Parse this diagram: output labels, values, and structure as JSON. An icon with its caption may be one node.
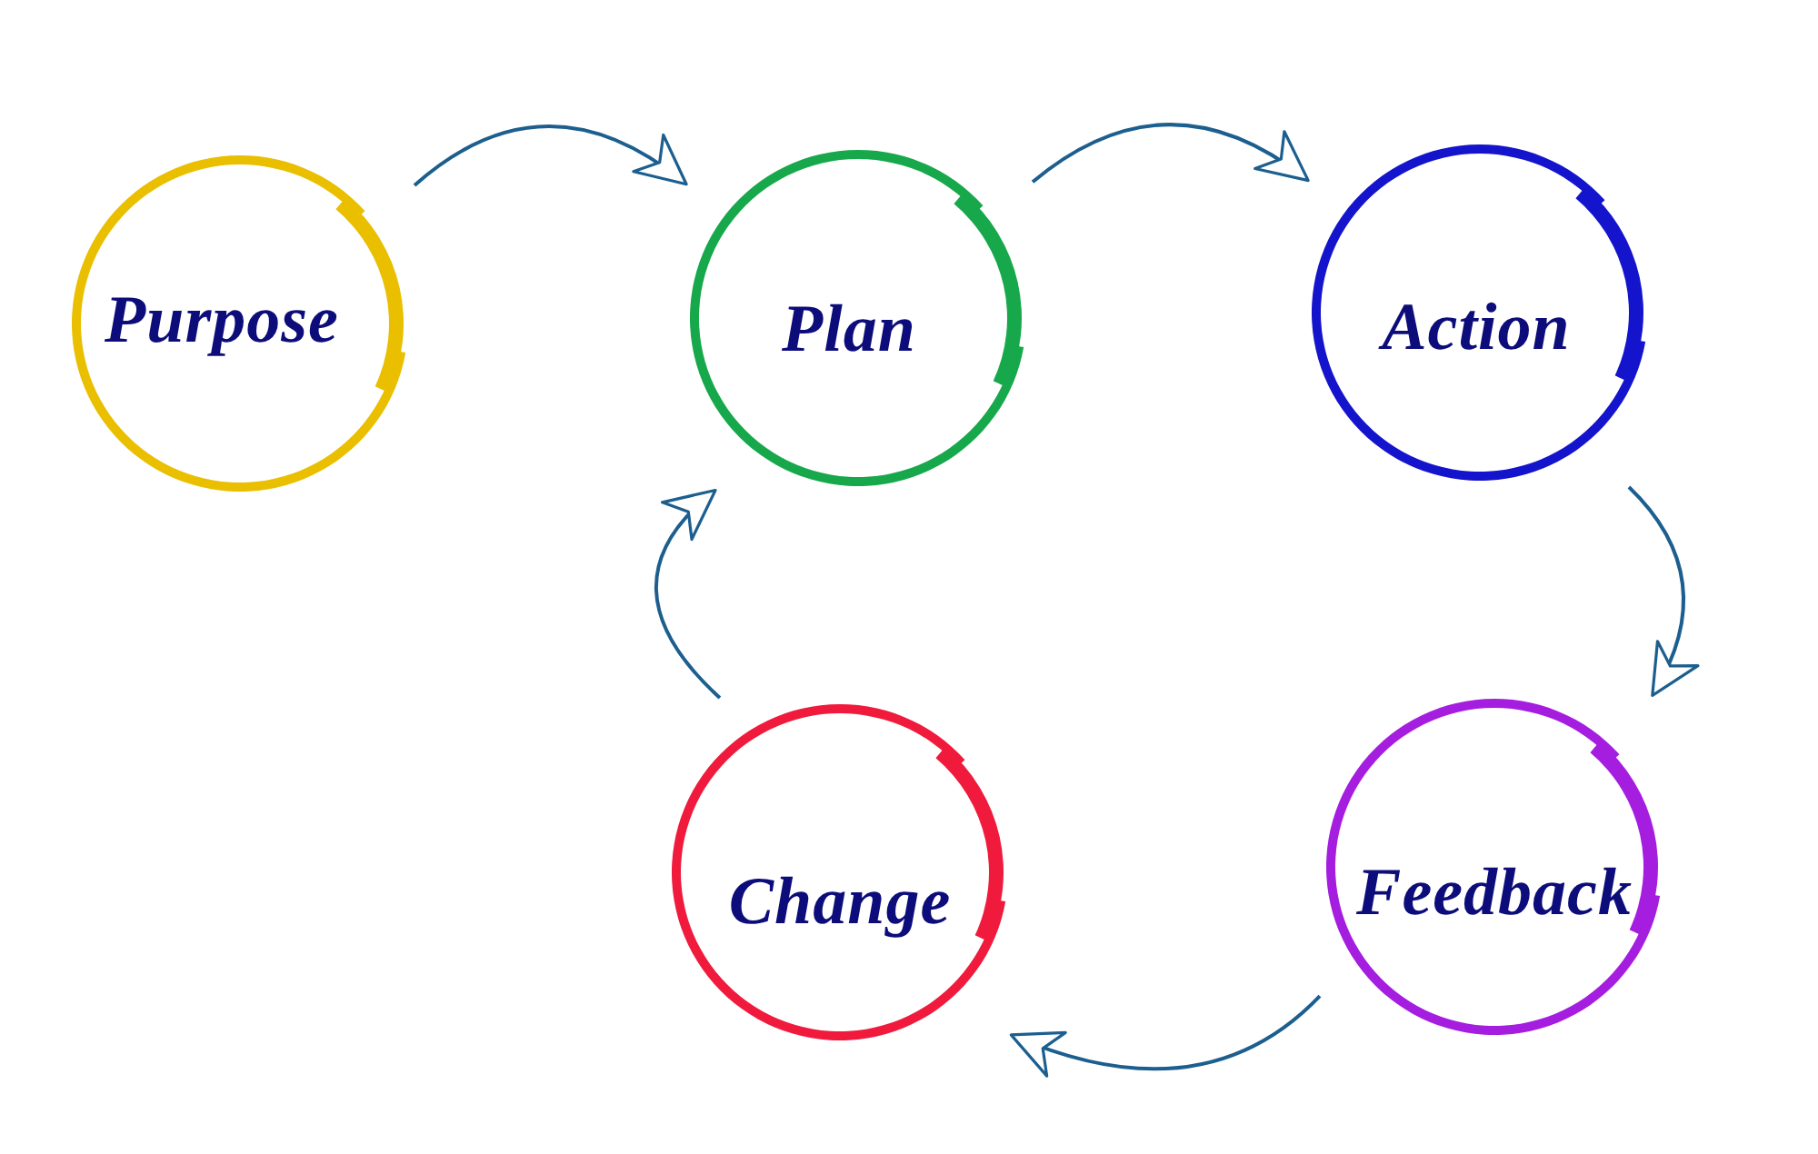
{
  "diagram": {
    "nodes": [
      {
        "text": [
          "Purpose"
        ]
      },
      {
        "text": [
          "Plan"
        ]
      },
      {
        "text": [
          "Action"
        ]
      },
      {
        "text": [
          "Change"
        ]
      },
      {
        "text": [
          "Feedback"
        ]
      }
    ],
    "edges": [
      {
        "from": 0,
        "to": 1,
        "arrow": "to"
      },
      {
        "from": 1,
        "to": 2,
        "arrow": "to"
      },
      {
        "from": 2,
        "to": 4,
        "arrow": "to"
      },
      {
        "from": 4,
        "to": 3,
        "arrow": "to"
      },
      {
        "from": 3,
        "to": 1,
        "arrow": "to"
      }
    ]
  }
}
